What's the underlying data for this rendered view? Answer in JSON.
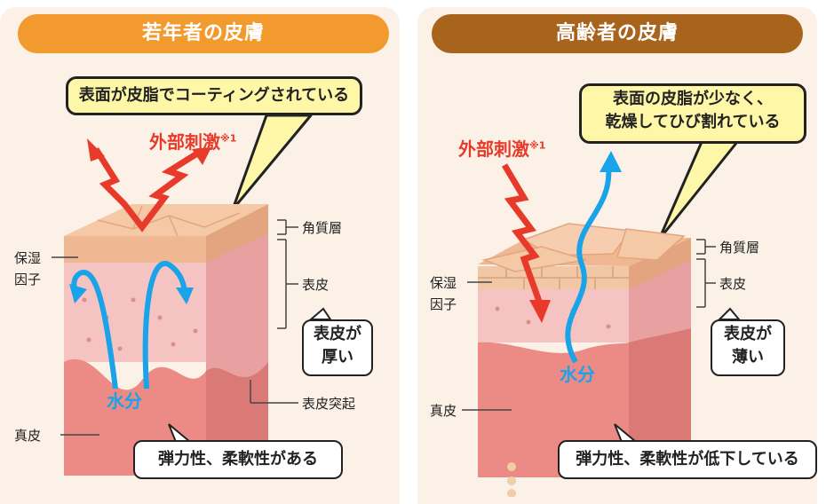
{
  "young": {
    "title": "若年者の皮膚",
    "callout": "表面が皮脂でコーティングされている",
    "stimulus": "外部刺激",
    "stimulus_note": "※1",
    "layer_stratum": "角質層",
    "layer_epidermis": "表皮",
    "moisture_factor_line1": "保湿",
    "moisture_factor_line2": "因子",
    "epidermis_note_line1": "表皮が",
    "epidermis_note_line2": "厚い",
    "water": "水分",
    "papillae": "表皮突起",
    "dermis": "真皮",
    "bottom_note": "弾力性、柔軟性がある"
  },
  "old": {
    "title": "高齢者の皮膚",
    "callout_line1": "表面の皮脂が少なく、",
    "callout_line2": "乾燥してひび割れている",
    "stimulus": "外部刺激",
    "stimulus_note": "※1",
    "layer_stratum": "角質層",
    "layer_epidermis": "表皮",
    "moisture_factor_line1": "保湿",
    "moisture_factor_line2": "因子",
    "epidermis_note_line1": "表皮が",
    "epidermis_note_line2": "薄い",
    "water": "水分",
    "dermis": "真皮",
    "bottom_note": "弾力性、柔軟性が低下している"
  },
  "colors": {
    "young_banner": "#f39a2e",
    "old_banner": "#a8641c",
    "stimulus": "#e83a2a",
    "water": "#1aa3e8",
    "callout_fill": "#fff7a8"
  }
}
